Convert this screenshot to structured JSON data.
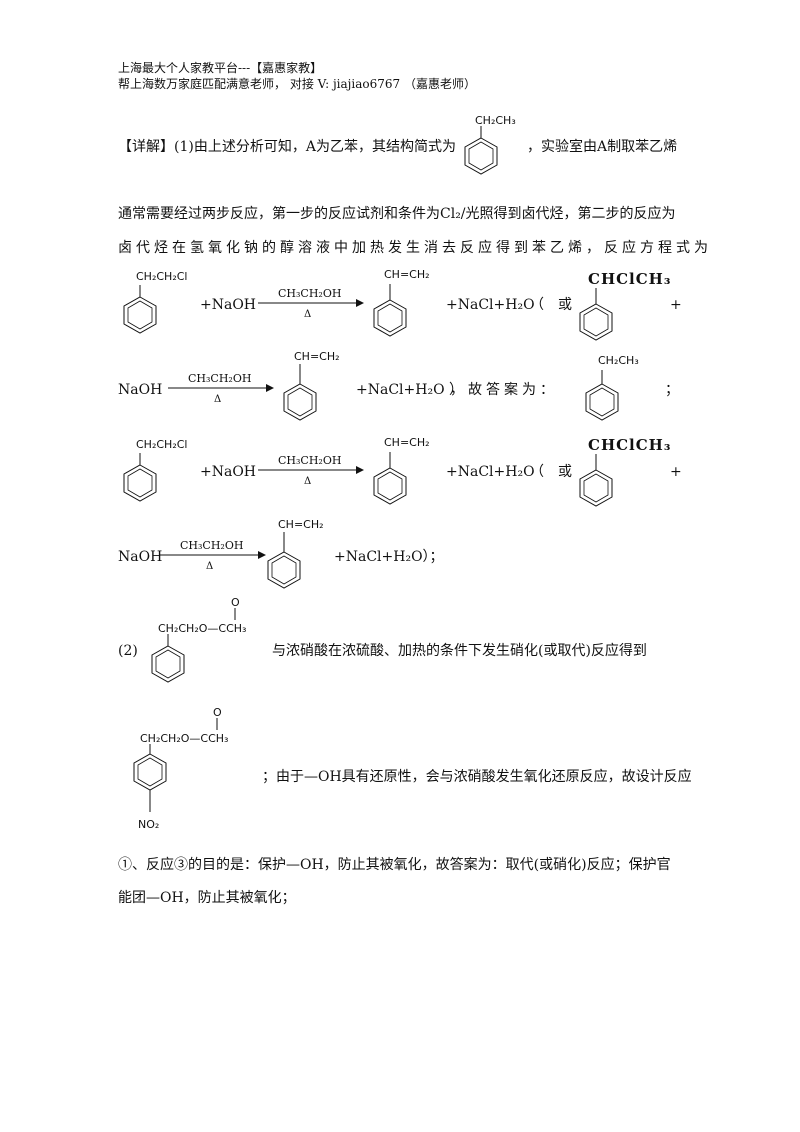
{
  "header": {
    "line1": "上海最大个人家教平台---【嘉惠家教】",
    "line2": "帮上海数万家庭匹配满意老师， 对接 V: jiajiao6767 （嘉惠老师）"
  },
  "p1": {
    "intro": "【详解】(1)由上述分析可知，A为乙苯，其结构简式为",
    "cont": "，实验室由A制取苯乙烯"
  },
  "p2": {
    "line": "通常需要经过两步反应，第一步的反应试剂和条件为Cl₂/光照得到卤代烃，第二步的反应为"
  },
  "p3": {
    "line": "卤代烃在氢氧化钠的醇溶液中加热发生消去反应得到苯乙烯，反应方程式为"
  },
  "eq": {
    "plus_naoh": "+NaOH",
    "naoh": "NaOH",
    "reagent": "CH₃CH₂OH",
    "heat": "Δ",
    "products": "+NaCl+H₂O",
    "products_close": "+NaCl+H₂O ）",
    "products_end": "+NaCl+H₂O）；",
    "or_open": "（　或",
    "plus": "+",
    "answer_prefix": "，故答案为：",
    "semicolon": "；"
  },
  "mol": {
    "ch2ch2cl": "CH₂CH₂Cl",
    "ch_ch2": "CH=CH₂",
    "chclch3": "CHClCH₃",
    "ch2ch3": "CH₂CH₃",
    "ester_chain": "CH₂CH₂O—CCH₃",
    "carbonyl_o": "O",
    "nitro": "NO₂"
  },
  "p4": {
    "label": "(2)",
    "text": "与浓硝酸在浓硫酸、加热的条件下发生硝化(或取代)反应得到"
  },
  "p5": {
    "text": "；由于—OH具有还原性，会与浓硝酸发生氧化还原反应，故设计反应"
  },
  "p6": {
    "line1": "①、反应③的目的是：保护—OH，防止其被氧化，故答案为：取代(或硝化)反应；保护官",
    "line2": "能团—OH，防止其被氧化；"
  }
}
